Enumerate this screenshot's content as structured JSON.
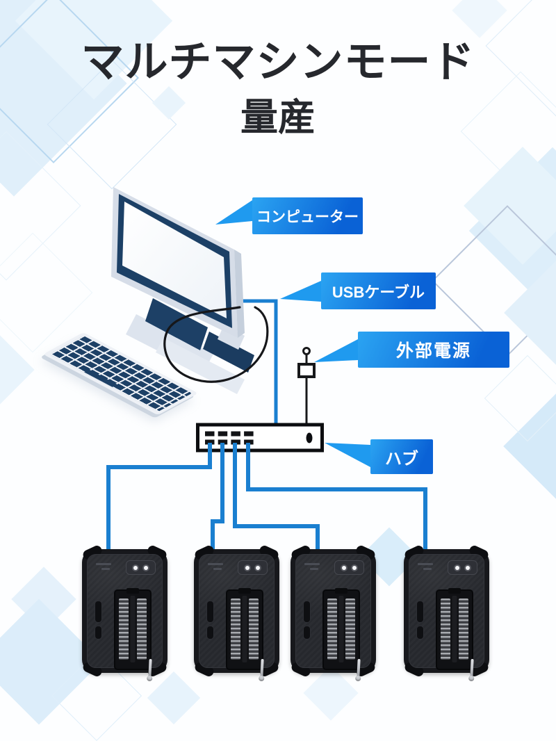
{
  "page": {
    "title": "マルチマシンモード",
    "subtitle": "量産"
  },
  "callouts": {
    "computer": "コンピューター",
    "usb_cable": "USBケーブル",
    "external_power": "外部電源",
    "hub": "ハブ"
  },
  "diagram": {
    "device_count": 4,
    "icons": {
      "monitor": "monitor-illustration",
      "keyboard": "keyboard-illustration",
      "hub": "usb-hub-illustration",
      "power_plug": "power-plug-illustration",
      "programmer": "chip-programmer-illustration"
    }
  },
  "colors": {
    "callout_gradient_start": "#2ba4f2",
    "callout_gradient_end": "#0a62d6",
    "callout_tip": "#1f9aef",
    "cable_blue": "#1a7fd0",
    "illustration_navy": "#1d4066",
    "title_text": "#26282d",
    "device_body": "#17181c"
  }
}
